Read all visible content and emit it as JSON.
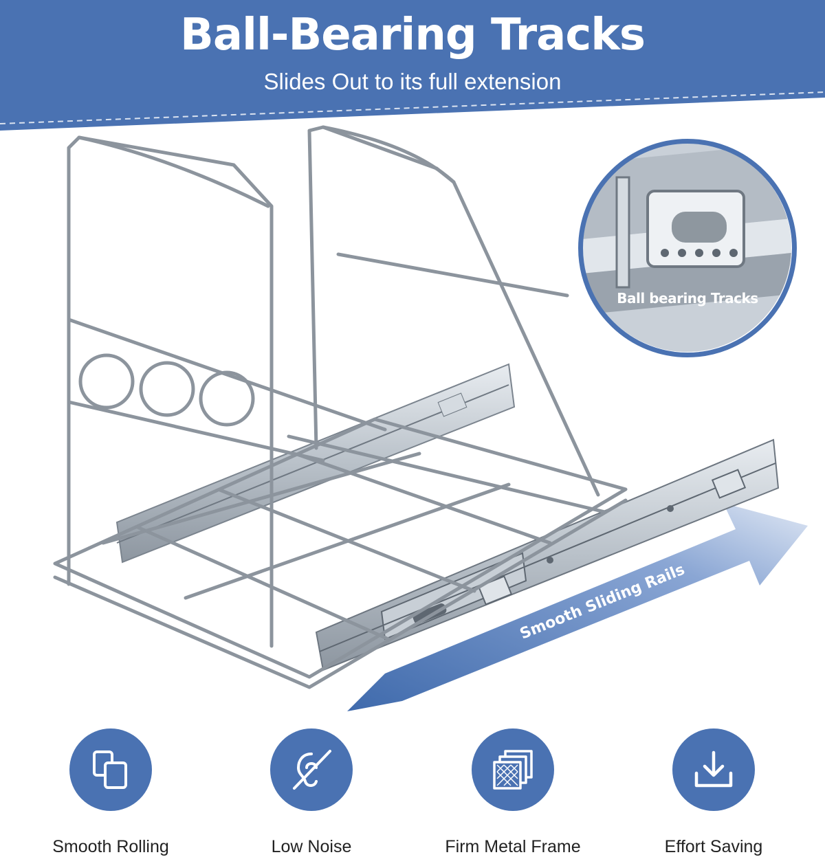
{
  "header": {
    "title": "Ball-Bearing Tracks",
    "subtitle": "Slides Out to its full extension"
  },
  "callout": {
    "label": "Ball bearing Tracks"
  },
  "arrow": {
    "label": "Smooth Sliding Rails"
  },
  "features": [
    {
      "label": "Smooth Rolling",
      "icon": "copy-pages-icon"
    },
    {
      "label": "Low Noise",
      "icon": "mute-noise-icon"
    },
    {
      "label": "Firm Metal Frame",
      "icon": "metal-layers-icon"
    },
    {
      "label": "Effort Saving",
      "icon": "download-tray-icon"
    }
  ],
  "colors": {
    "brand_blue": "#4a72b2",
    "banner_blue": "#3f6aac",
    "chrome": "#9aa3ad",
    "white": "#ffffff"
  }
}
